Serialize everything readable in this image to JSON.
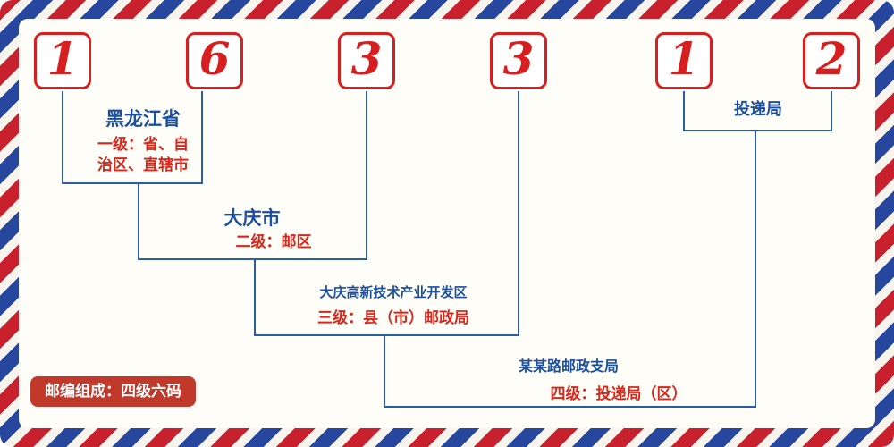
{
  "code": {
    "digits": [
      "1",
      "6",
      "3",
      "3",
      "1",
      "2"
    ]
  },
  "labels": {
    "province": {
      "name": "黑龙江省",
      "desc1": "一级：省、自",
      "desc2": "治区、直辖市"
    },
    "city": {
      "name": "大庆市",
      "desc": "二级：邮区"
    },
    "county": {
      "name": "大庆高新技术产业开发区",
      "desc": "三级：县（市）邮政局"
    },
    "branch": {
      "name": "某某路邮政支局",
      "desc": "四级：投递局（区）"
    },
    "delivery": {
      "name": "投递局"
    }
  },
  "footer": {
    "composition": "邮编组成：四级六码"
  },
  "colors": {
    "digit_red": "#d81e1e",
    "label_blue": "#1c4f9e",
    "desc_red": "#d6281c",
    "line_blue": "#2a5ca8",
    "stripe_red": "#c8202c",
    "stripe_blue": "#27479f",
    "badge_red": "#c0392b",
    "panel_bg": "#fffdf8"
  }
}
